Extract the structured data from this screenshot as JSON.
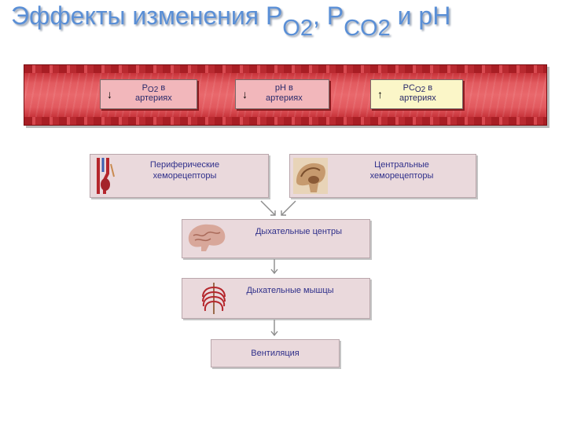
{
  "title": {
    "main": "Эффекты изменения P",
    "o2_sub": "O2",
    "comma_p": ", P",
    "co2_sub": "CO2",
    "end": " и pH"
  },
  "artery": {
    "pills": [
      {
        "arrow": "↓",
        "label_top_prefix": "P",
        "label_top_sub": "O2",
        "label_top_suffix": " в",
        "label_bottom": "артериях"
      },
      {
        "arrow": "↓",
        "label_top_prefix": "pH в",
        "label_top_sub": "",
        "label_top_suffix": "",
        "label_bottom": "артериях"
      },
      {
        "arrow": "↑",
        "label_top_prefix": "PC",
        "label_top_sub": "O2",
        "label_top_suffix": " в",
        "label_bottom": "артериях"
      }
    ]
  },
  "flow": {
    "peripheral": {
      "line1": "Периферические",
      "line2": "хеморецепторы"
    },
    "central": {
      "line1": "Центральные",
      "line2": "хеморецепторы"
    },
    "resp_centers": {
      "label": "Дыхательные центры"
    },
    "resp_muscles": {
      "label": "Дыхательные мышцы"
    },
    "ventilation": {
      "label": "Вентиляция"
    }
  },
  "colors": {
    "title": "#5a8fd6",
    "box_fill": "#ead9dc",
    "box_text": "#2f2f8a",
    "artery_red": "#c9353c",
    "pill_pink": "#f2b7bb",
    "pill_yellow": "#fbf6c8"
  }
}
